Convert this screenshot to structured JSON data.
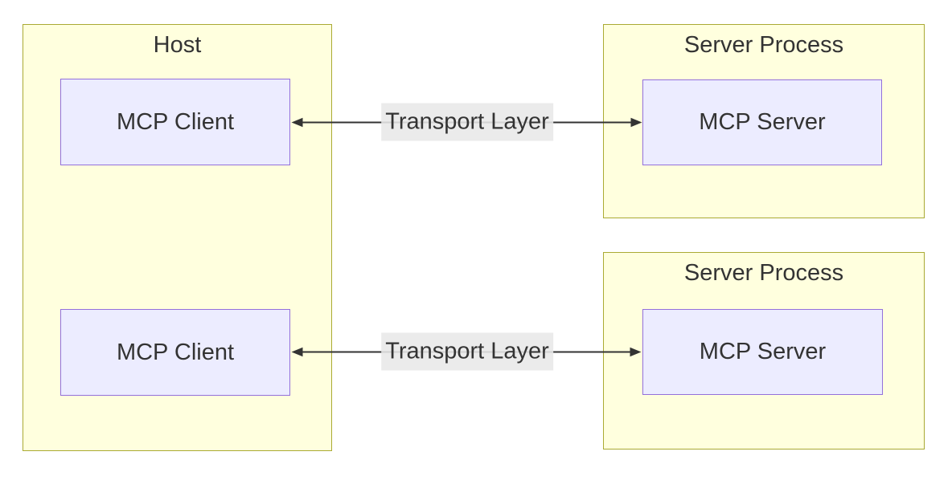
{
  "diagram": {
    "host": {
      "title": "Host",
      "nodes": [
        {
          "label": "MCP Client"
        },
        {
          "label": "MCP Client"
        }
      ]
    },
    "server_processes": [
      {
        "title": "Server Process",
        "node": {
          "label": "MCP Server"
        }
      },
      {
        "title": "Server Process",
        "node": {
          "label": "MCP Server"
        }
      }
    ],
    "edges": [
      {
        "label": "Transport Layer"
      },
      {
        "label": "Transport Layer"
      }
    ]
  },
  "theme": {
    "canvas-bg": "#ffffff",
    "cluster-fill": "#ffffde",
    "cluster-border": "#aaaa33",
    "node-fill": "#ececff",
    "node-border": "#9370db",
    "edge-label-bg": "rgba(232,232,232,0.88)",
    "text": "#333333",
    "arrow": "#333333"
  }
}
